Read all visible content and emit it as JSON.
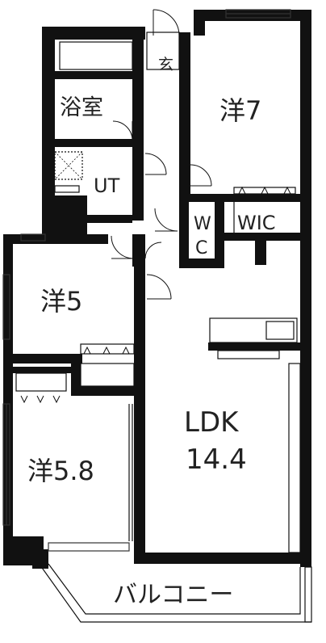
{
  "rooms": {
    "entrance": "玄",
    "bath": "浴室",
    "utility": "UT",
    "western7": "洋7",
    "wc_top": "W",
    "wc_bottom": "C",
    "wic": "WIC",
    "western5": "洋5",
    "ldk_name": "LDK",
    "ldk_size": "14.4",
    "western58": "洋5.8",
    "balcony": "バルコニー"
  }
}
